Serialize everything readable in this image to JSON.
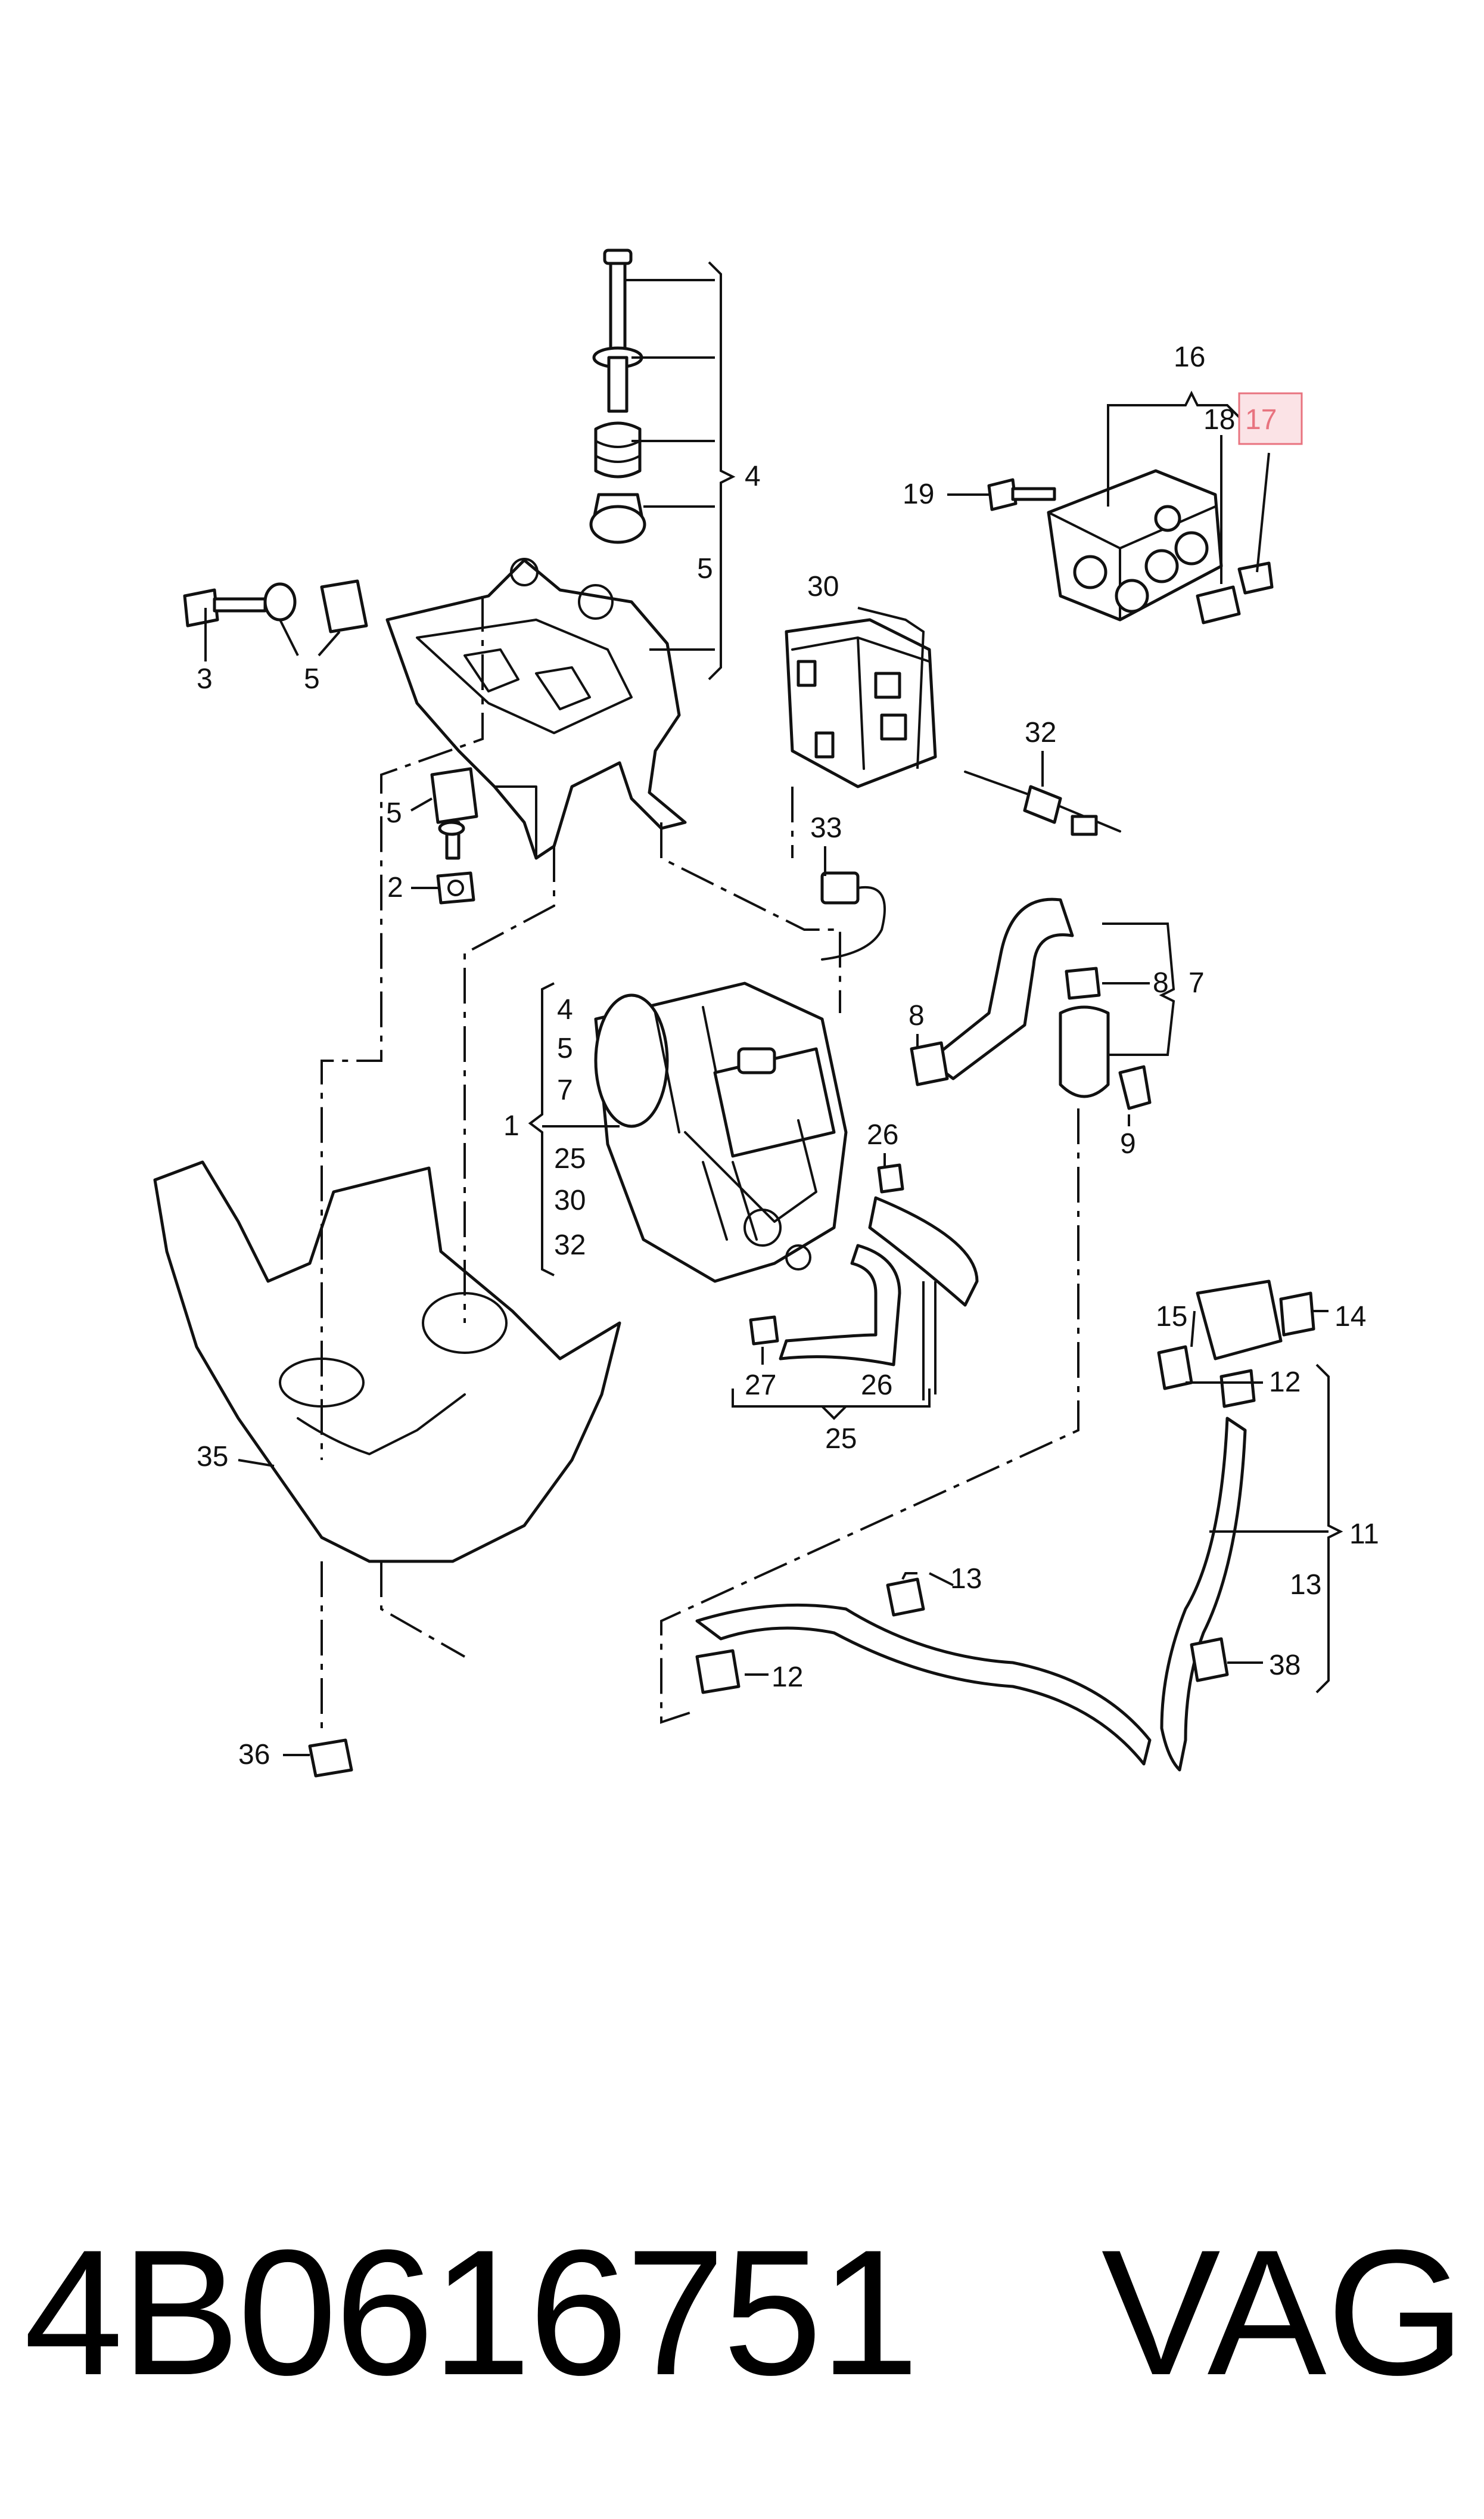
{
  "callouts": {
    "c1": "1",
    "c2": "2",
    "c3": "3",
    "c4a": "4",
    "c4b": "4",
    "c5a": "5",
    "c5b": "5",
    "c5c": "5",
    "c5d": "5",
    "c7a": "7",
    "c7b": "7",
    "c8a": "8",
    "c8b": "8",
    "c9": "9",
    "c11": "11",
    "c12a": "12",
    "c12b": "12",
    "c13a": "13",
    "c13b": "13",
    "c14": "14",
    "c15": "15",
    "c16": "16",
    "c17": "17",
    "c18": "18",
    "c19": "19",
    "c25a": "25",
    "c25b": "25",
    "c26a": "26",
    "c26b": "26",
    "c27": "27",
    "c30a": "30",
    "c30b": "30",
    "c32a": "32",
    "c32b": "32",
    "c33": "33",
    "c35": "35",
    "c36": "36",
    "c38": "38"
  },
  "highlight": {
    "part": "17",
    "color": "#e8737f"
  },
  "footer": {
    "part_number": "4B0616751",
    "brand": "VAG"
  }
}
